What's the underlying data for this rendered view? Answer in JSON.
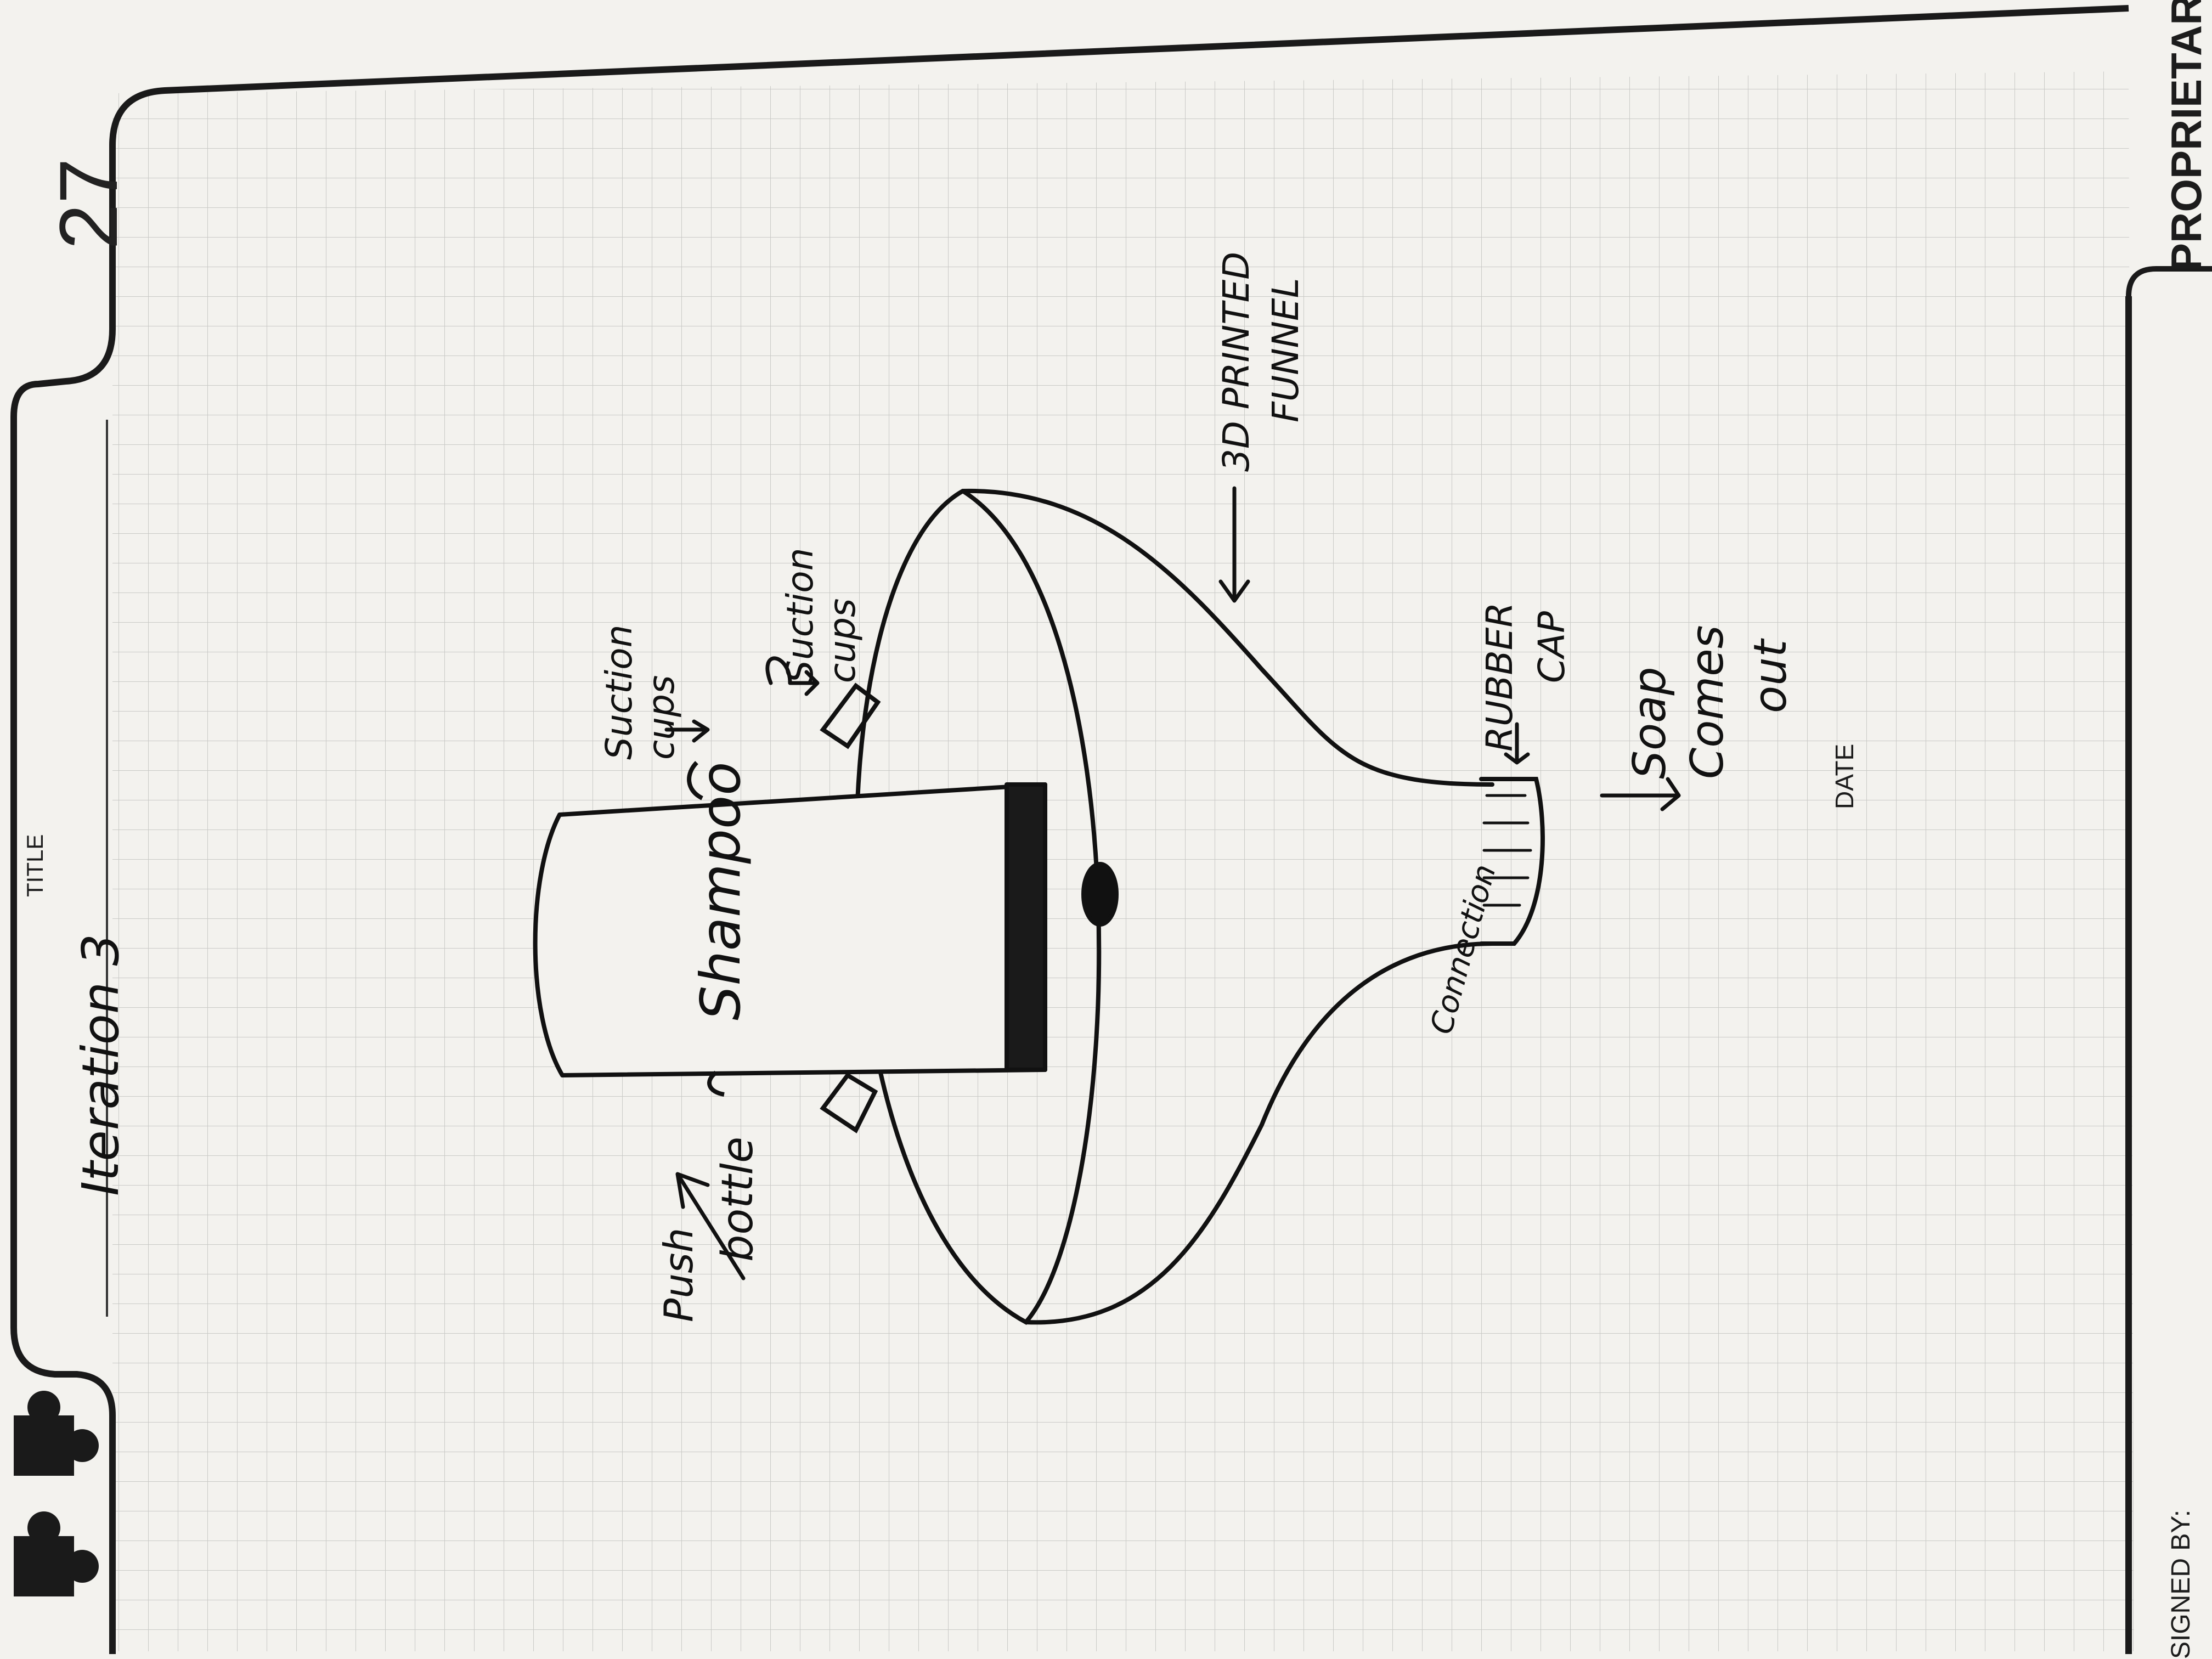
{
  "notebook": {
    "page_number": "27",
    "title_label": "TITLE",
    "date_label": "DATE",
    "signed_label": "SIGNED BY:",
    "proprietary_label": "PROPRIETAR"
  },
  "sketch": {
    "title": "Iteration 3",
    "labels": {
      "shampoo": "Shampoo",
      "suction_cups_1_line1": "Suction",
      "suction_cups_1_line2": "cups",
      "suction_cups_2_line1": "Suction",
      "suction_cups_2_line2": "cups",
      "push": "Push",
      "bottle": "bottle",
      "funnel_line1": "3D PRINTED",
      "funnel_line2": "FUNNEL",
      "rubber_line1": "RUBBER",
      "rubber_line2": "CAP",
      "connection": "Connection",
      "soap_line1": "Soap",
      "soap_line2": "Comes",
      "soap_line3": "out"
    }
  },
  "colors": {
    "paper": "#f3f2ee",
    "grid": "#c9c9c6",
    "ink": "#111111",
    "frame": "#1a1a1a",
    "background": "#e8e6e1"
  }
}
